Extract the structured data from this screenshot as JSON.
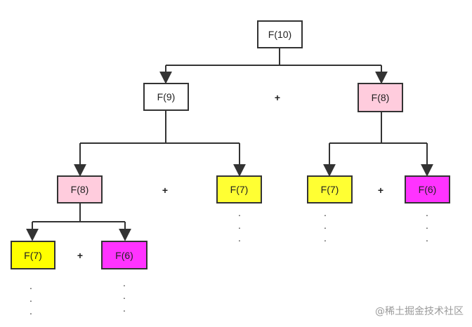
{
  "nodes": {
    "f10_root": {
      "label": "F(10)",
      "fill": "#ffffff"
    },
    "f9_left": {
      "label": "F(9)",
      "fill": "#ffffff"
    },
    "f8_right": {
      "label": "F(8)",
      "fill": "#ffccdd"
    },
    "f8_mid": {
      "label": "F(8)",
      "fill": "#ffccdd"
    },
    "f7_mid": {
      "label": "F(7)",
      "fill": "#ffff33"
    },
    "f7_right": {
      "label": "F(7)",
      "fill": "#ffff33"
    },
    "f6_right": {
      "label": "F(6)",
      "fill": "#ff33ff"
    },
    "f7_bottom": {
      "label": "F(7)",
      "fill": "#ffff00"
    },
    "f6_bottom": {
      "label": "F(6)",
      "fill": "#ff33ff"
    }
  },
  "plus_sign": "+",
  "dots": ".",
  "watermark": "@稀土掘金技术社区",
  "colors": {
    "stroke": "#333333",
    "arrow": "#333333"
  }
}
